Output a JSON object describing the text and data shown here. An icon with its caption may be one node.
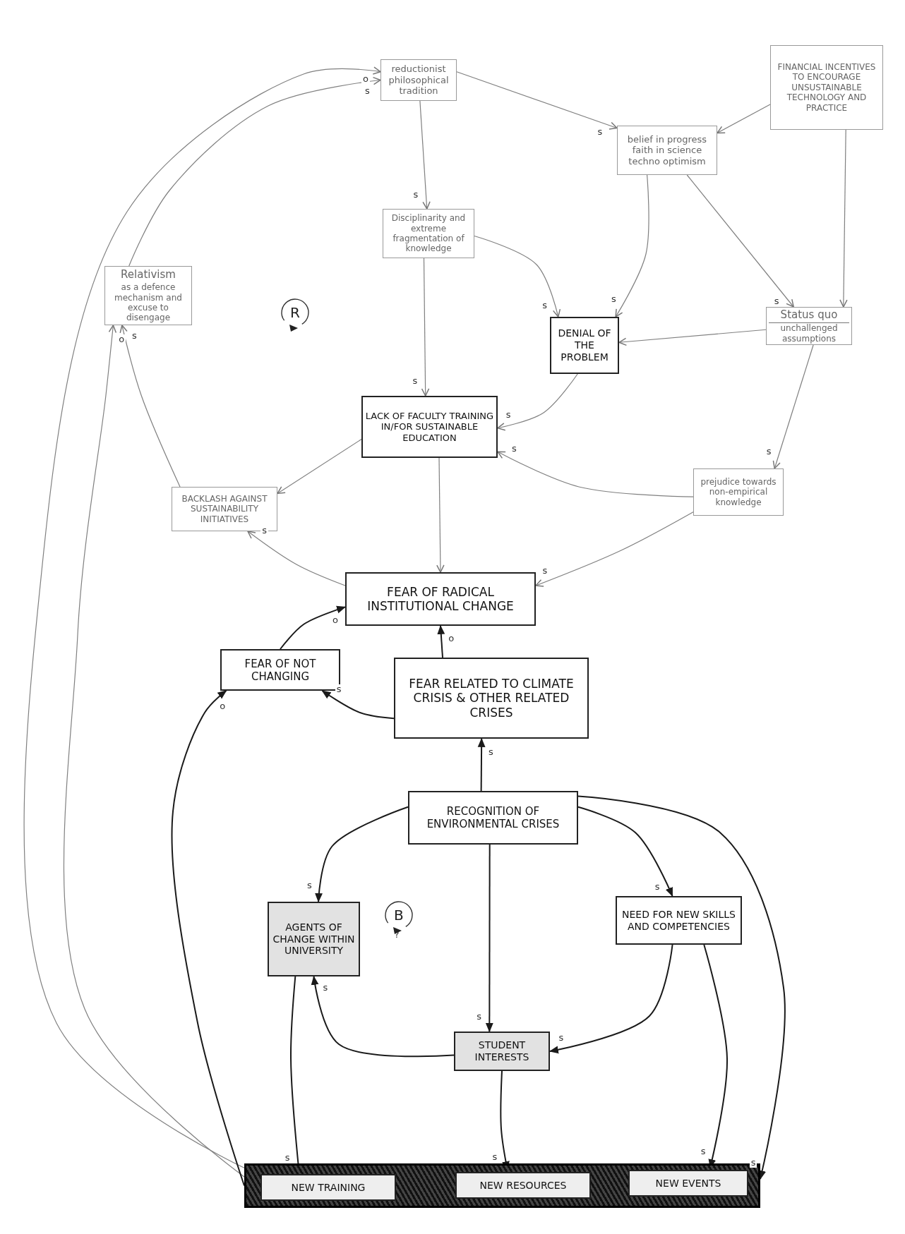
{
  "diagram": {
    "nodes": [
      {
        "text": [
          "reductionist philosophical tradition"
        ]
      },
      {
        "text": [
          "FINANCIAL INCENTIVES TO ENCOURAGE UNSUSTAINABLE TECHNOLOGY AND PRACTICE"
        ]
      },
      {
        "text": [
          "belief in progress faith in science techno optimism"
        ]
      },
      {
        "text": [
          "Disciplinarity and extreme fragmentation of knowledge"
        ]
      },
      {
        "text": [
          "Relativism",
          "as a defence mechanism and excuse to disengage"
        ]
      },
      {
        "text": [
          "DENIAL OF THE PROBLEM"
        ]
      },
      {
        "text": [
          "Status quo",
          "unchallenged assumptions"
        ]
      },
      {
        "text": [
          "LACK OF FACULTY TRAINING IN/FOR SUSTAINABLE EDUCATION"
        ]
      },
      {
        "text": [
          "BACKLASH AGAINST SUSTAINABILITY INITIATIVES"
        ]
      },
      {
        "text": [
          "prejudice towards non-empirical knowledge"
        ]
      },
      {
        "text": [
          "FEAR OF RADICAL INSTITUTIONAL CHANGE"
        ]
      },
      {
        "text": [
          "FEAR OF NOT CHANGING"
        ]
      },
      {
        "text": [
          "FEAR RELATED TO CLIMATE CRISIS & OTHER RELATED CRISES"
        ]
      },
      {
        "text": [
          "RECOGNITION OF ENVIRONMENTAL CRISES"
        ]
      },
      {
        "text": [
          "AGENTS OF CHANGE WITHIN UNIVERSITY"
        ]
      },
      {
        "text": [
          "NEED FOR NEW SKILLS AND COMPETENCIES"
        ]
      },
      {
        "text": [
          "STUDENT INTERESTS"
        ]
      },
      {
        "text": [],
        "shape": "bar"
      },
      {
        "text": [
          "NEW TRAINING"
        ],
        "in": 17
      },
      {
        "text": [
          "NEW RESOURCES"
        ],
        "in": 17
      },
      {
        "text": [
          "NEW EVENTS"
        ],
        "in": 17
      }
    ],
    "edges": [
      {
        "from": 0,
        "to": 3,
        "arrow": "to",
        "label": "s"
      },
      {
        "from": 0,
        "to": 2,
        "arrow": "to",
        "label": "s"
      },
      {
        "from": 1,
        "to": 2,
        "arrow": "to"
      },
      {
        "from": 1,
        "to": 6,
        "arrow": "to"
      },
      {
        "from": 2,
        "to": 5,
        "arrow": "to",
        "label": "s"
      },
      {
        "from": 2,
        "to": 6,
        "arrow": "to",
        "label": "s"
      },
      {
        "from": 3,
        "to": 5,
        "arrow": "to",
        "label": "s"
      },
      {
        "from": 3,
        "to": 7,
        "arrow": "to",
        "label": "s"
      },
      {
        "from": 6,
        "to": 5,
        "arrow": "to"
      },
      {
        "from": 5,
        "to": 7,
        "arrow": "to",
        "label": "s"
      },
      {
        "from": 6,
        "to": 9,
        "arrow": "to",
        "label": "s"
      },
      {
        "from": 9,
        "to": 7,
        "arrow": "to",
        "label": "s"
      },
      {
        "from": 9,
        "to": 10,
        "arrow": "to",
        "label": "s"
      },
      {
        "from": 7,
        "to": 10,
        "arrow": "to"
      },
      {
        "from": 7,
        "to": 8,
        "arrow": "to"
      },
      {
        "from": 10,
        "to": 8,
        "arrow": "to",
        "label": "s"
      },
      {
        "from": 8,
        "to": 4,
        "arrow": "to",
        "label": "s"
      },
      {
        "from": 4,
        "to": 0,
        "arrow": "to",
        "label": "s"
      },
      {
        "from": 11,
        "to": 10,
        "arrow": "to",
        "label": "o",
        "color": "#1a1a1a"
      },
      {
        "from": 12,
        "to": 10,
        "arrow": "to",
        "label": "o",
        "color": "#1a1a1a"
      },
      {
        "from": 12,
        "to": 11,
        "arrow": "to",
        "label": "s",
        "color": "#1a1a1a"
      },
      {
        "from": 13,
        "to": 12,
        "arrow": "to",
        "label": "s",
        "color": "#1a1a1a"
      },
      {
        "from": 13,
        "to": 14,
        "arrow": "to",
        "label": "s",
        "color": "#1a1a1a"
      },
      {
        "from": 13,
        "to": 16,
        "arrow": "to",
        "label": "s",
        "color": "#1a1a1a"
      },
      {
        "from": 13,
        "to": 15,
        "arrow": "to",
        "label": "s",
        "color": "#1a1a1a"
      },
      {
        "from": 13,
        "to": 17,
        "arrow": "to",
        "label": "s",
        "color": "#1a1a1a"
      },
      {
        "from": 15,
        "to": 16,
        "arrow": "to",
        "label": "s",
        "color": "#1a1a1a"
      },
      {
        "from": 15,
        "to": 20,
        "arrow": "to",
        "label": "s",
        "color": "#1a1a1a"
      },
      {
        "from": 16,
        "to": 14,
        "arrow": "to",
        "label": "s",
        "color": "#1a1a1a"
      },
      {
        "from": 16,
        "to": 19,
        "arrow": "to",
        "label": "s",
        "color": "#1a1a1a"
      },
      {
        "from": 14,
        "to": 18,
        "arrow": "to",
        "label": "s",
        "color": "#1a1a1a"
      },
      {
        "from": 17,
        "to": 4,
        "arrow": "to",
        "label": "o"
      },
      {
        "from": 17,
        "to": 0,
        "arrow": "to",
        "label": "o"
      },
      {
        "from": 17,
        "to": 11,
        "arrow": "to",
        "label": "o",
        "color": "#1a1a1a"
      }
    ],
    "labels": [
      "R",
      "B",
      "?"
    ]
  }
}
